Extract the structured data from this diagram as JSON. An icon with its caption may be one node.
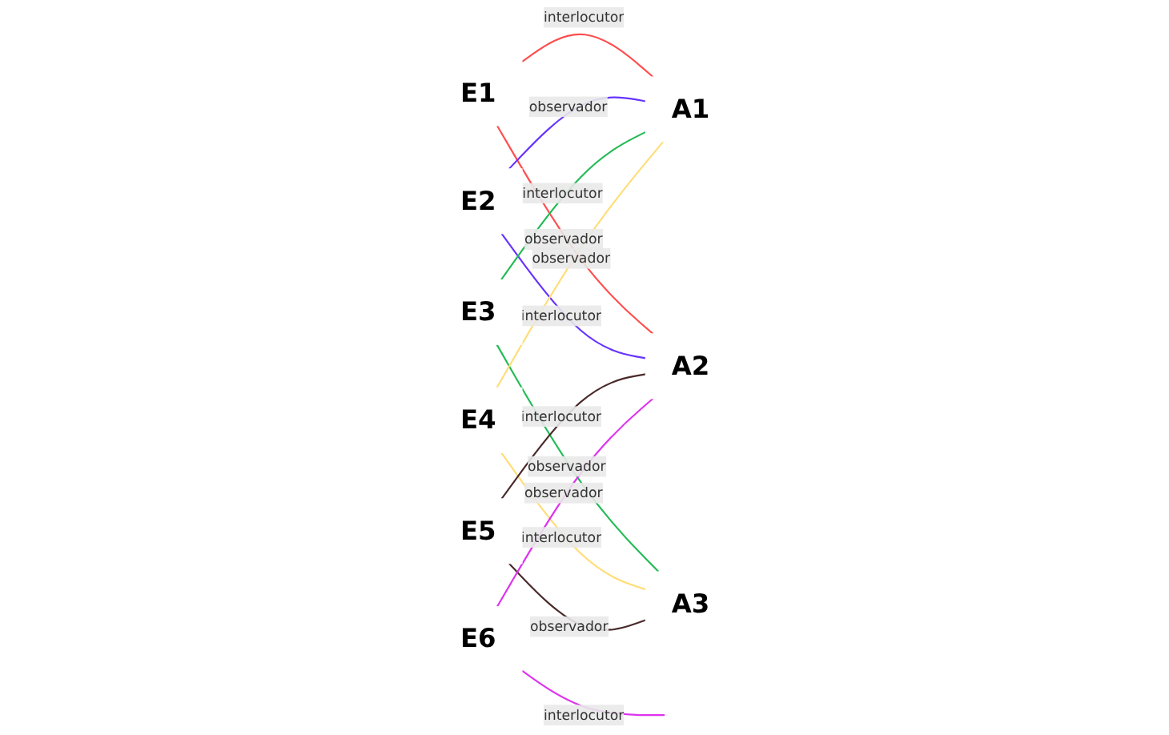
{
  "diagram": {
    "nodes": [
      {
        "text": [
          "A1"
        ]
      },
      {
        "text": [
          "A2"
        ]
      },
      {
        "text": [
          "A3"
        ]
      },
      {
        "text": [
          "E1"
        ]
      },
      {
        "text": [
          "E2"
        ]
      },
      {
        "text": [
          "E3"
        ]
      },
      {
        "text": [
          "E4"
        ]
      },
      {
        "text": [
          "E5"
        ]
      },
      {
        "text": [
          "E6"
        ]
      }
    ],
    "edges": [
      {
        "from": 3,
        "to": 0,
        "arrow": "none",
        "label": "interlocutor",
        "color": "#ff4d4d"
      },
      {
        "from": 3,
        "to": 1,
        "arrow": "none",
        "label": "observador",
        "color": "#ff4d4d"
      },
      {
        "from": 4,
        "to": 0,
        "arrow": "none",
        "label": "observador",
        "color": "#6633ff"
      },
      {
        "from": 4,
        "to": 1,
        "arrow": "none",
        "label": "interlocutor",
        "color": "#6633ff"
      },
      {
        "from": 5,
        "to": 0,
        "arrow": "none",
        "label": "interlocutor",
        "color": "#22bb55"
      },
      {
        "from": 5,
        "to": 2,
        "arrow": "none",
        "label": "observador",
        "color": "#22bb55"
      },
      {
        "from": 6,
        "to": 0,
        "arrow": "none",
        "label": "observador",
        "color": "#ffdd77"
      },
      {
        "from": 6,
        "to": 2,
        "arrow": "none",
        "label": "interlocutor",
        "color": "#ffdd77"
      },
      {
        "from": 7,
        "to": 1,
        "arrow": "none",
        "label": "interlocutor",
        "color": "#4a2a2a"
      },
      {
        "from": 7,
        "to": 2,
        "arrow": "none",
        "label": "observador",
        "color": "#4a2a2a"
      },
      {
        "from": 8,
        "to": 1,
        "arrow": "none",
        "label": "observador",
        "color": "#dd33ee"
      },
      {
        "from": 8,
        "to": null,
        "arrow": "none",
        "label": "interlocutor",
        "color": "#dd33ee"
      }
    ]
  }
}
